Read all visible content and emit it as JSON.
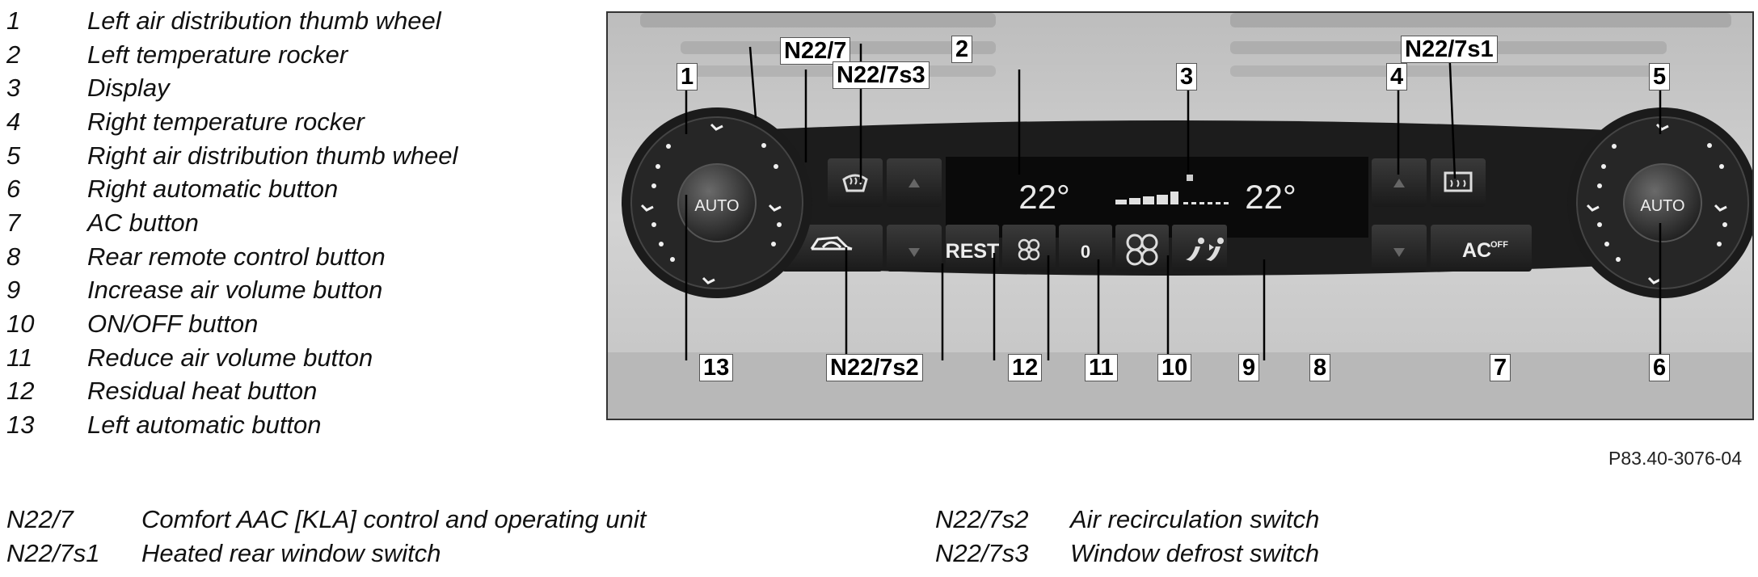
{
  "legend": [
    {
      "num": "1",
      "text": "Left air distribution thumb wheel"
    },
    {
      "num": "2",
      "text": "Left temperature rocker"
    },
    {
      "num": "3",
      "text": "Display"
    },
    {
      "num": "4",
      "text": "Right temperature rocker"
    },
    {
      "num": "5",
      "text": "Right air distribution thumb wheel"
    },
    {
      "num": "6",
      "text": "Right automatic button"
    },
    {
      "num": "7",
      "text": "AC button"
    },
    {
      "num": "8",
      "text": "Rear remote control button"
    },
    {
      "num": "9",
      "text": "Increase air volume button"
    },
    {
      "num": "10",
      "text": "ON/OFF button"
    },
    {
      "num": "11",
      "text": "Reduce air volume button"
    },
    {
      "num": "12",
      "text": "Residual heat button"
    },
    {
      "num": "13",
      "text": "Left automatic button"
    }
  ],
  "figure": {
    "callouts": {
      "c1": "1",
      "c2": "2",
      "c3": "3",
      "c4": "4",
      "c5": "5",
      "c6": "6",
      "c7": "7",
      "c8": "8",
      "c9": "9",
      "c10": "10",
      "c11": "11",
      "c12": "12",
      "c13": "13",
      "n22_7": "N22/7",
      "n22_7s1": "N22/7s1",
      "n22_7s2": "N22/7s2",
      "n22_7s3": "N22/7s3"
    },
    "panel": {
      "left_temp": "22°",
      "right_temp": "22°",
      "knob_label": "AUTO",
      "rest_label": "REST",
      "off_label": "0",
      "ac_label": "AC",
      "ac_sup": "OFF"
    },
    "code": "P83.40-3076-04"
  },
  "abbreviations": [
    {
      "key": "N22/7",
      "text": "Comfort AAC [KLA] control and operating unit"
    },
    {
      "key": "N22/7s1",
      "text": "Heated rear window switch"
    },
    {
      "key": "N22/7s2",
      "text": "Air recirculation switch"
    },
    {
      "key": "N22/7s3",
      "text": "Window defrost switch"
    }
  ]
}
